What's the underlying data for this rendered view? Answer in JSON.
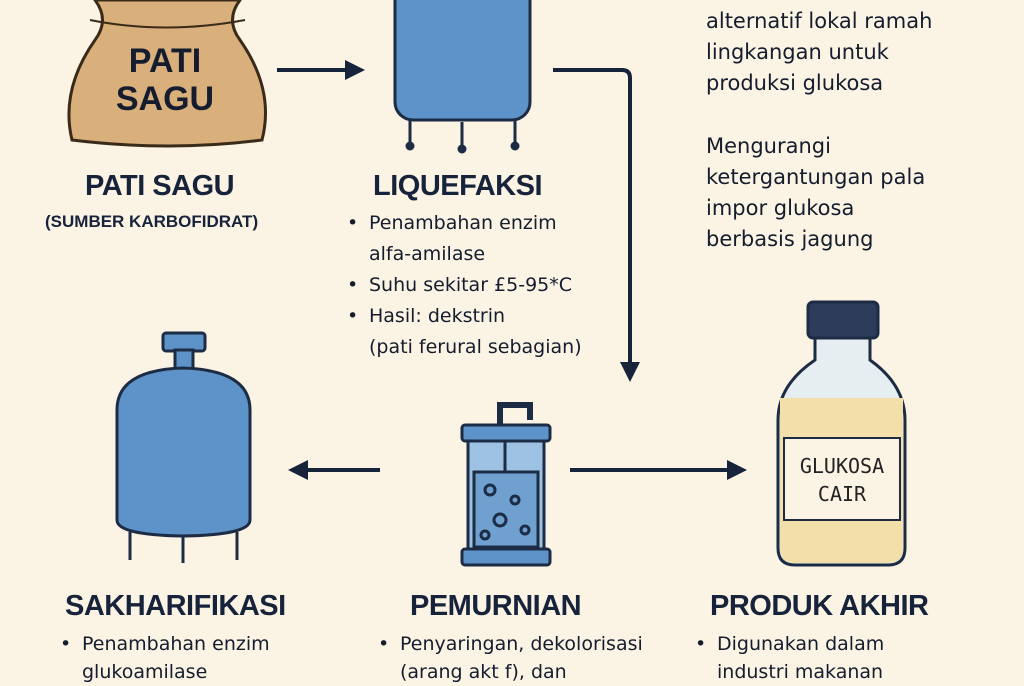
{
  "sack": {
    "label_line1": "PATI",
    "label_line2": "SAGU"
  },
  "bottle": {
    "label_line1": "GLUKOSA",
    "label_line2": "CAIR"
  },
  "steps": {
    "pati_sagu": {
      "title": "PATI SAGU",
      "subtitle": "(SUMBER KARBOFIDRAT)"
    },
    "liquefaksi": {
      "title": "LIQUEFAKSI",
      "bullets": [
        "Penambahan enzim",
        "Suhu sekitar £5-95*C",
        "Hasil: dekstrin"
      ],
      "continuations": [
        "alfa-amilase",
        "(pati ferural sebagian)"
      ]
    },
    "sakharifikasi": {
      "title": "SAKHARIFIKASI",
      "bullets": [
        "Penambahan enzim"
      ],
      "continuations": [
        "glukoamilase"
      ]
    },
    "pemurnian": {
      "title": "PEMURNIAN",
      "bullets": [
        "Penyaringan, dekolorisasi"
      ],
      "continuations": [
        "(arang akt f), dan"
      ]
    },
    "produk_akhir": {
      "title": "PRODUK AKHIR",
      "bullets": [
        "Digunakan dalam"
      ],
      "continuations": [
        "industri makanan"
      ]
    }
  },
  "side_notes": {
    "para1": [
      "alternatif lokal ramah",
      "lingkangan untuk",
      "produksi glukosa"
    ],
    "para2": [
      "Mengurangi",
      "ketergantungan pala",
      "impor glukosa",
      "berbasis jagung"
    ]
  },
  "colors": {
    "navy": "#17233b",
    "tank_blue": "#5e93c9",
    "sack": "#d9b07c",
    "background": "#fbf3e4"
  }
}
